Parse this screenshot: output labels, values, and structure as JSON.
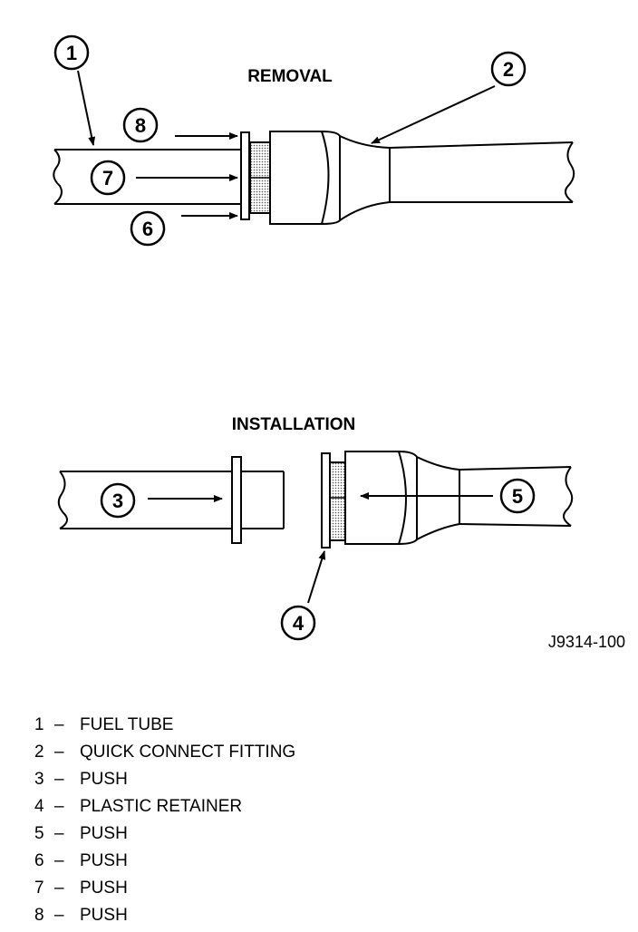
{
  "titles": {
    "removal": "REMOVAL",
    "installation": "INSTALLATION"
  },
  "figure_code": "J9314-100",
  "callouts": {
    "c1": "1",
    "c2": "2",
    "c3": "3",
    "c4": "4",
    "c5": "5",
    "c6": "6",
    "c7": "7",
    "c8": "8"
  },
  "legend": [
    {
      "num": "1",
      "sep": "–",
      "text": "FUEL TUBE"
    },
    {
      "num": "2",
      "sep": "–",
      "text": "QUICK CONNECT FITTING"
    },
    {
      "num": "3",
      "sep": "–",
      "text": "PUSH"
    },
    {
      "num": "4",
      "sep": "–",
      "text": "PLASTIC RETAINER"
    },
    {
      "num": "5",
      "sep": "–",
      "text": "PUSH"
    },
    {
      "num": "6",
      "sep": "–",
      "text": "PUSH"
    },
    {
      "num": "7",
      "sep": "–",
      "text": "PUSH"
    },
    {
      "num": "8",
      "sep": "–",
      "text": "PUSH"
    }
  ]
}
